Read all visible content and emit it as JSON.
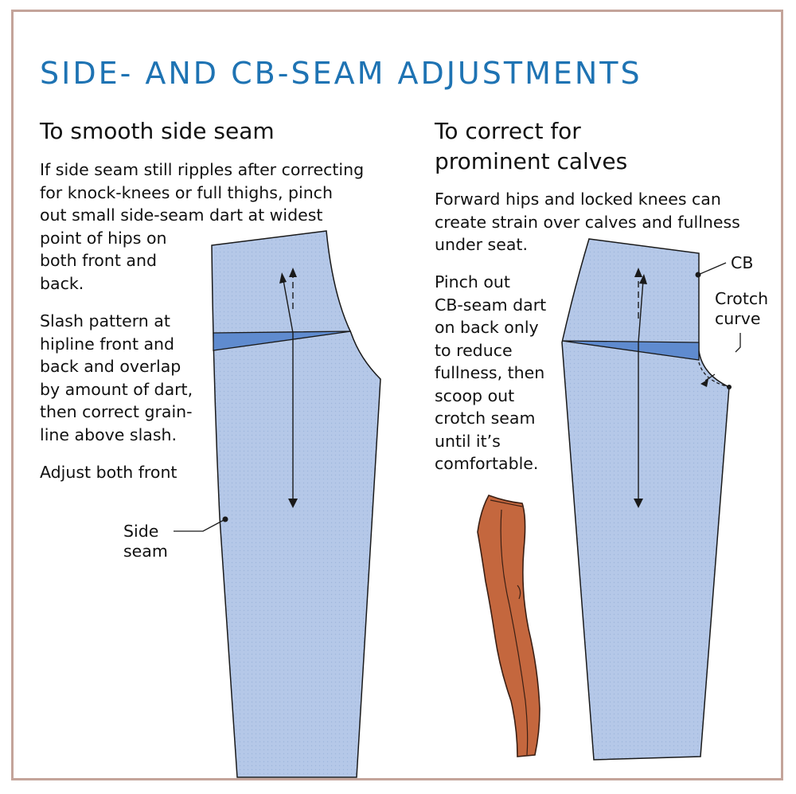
{
  "title": "SIDE- AND CB-SEAM ADJUSTMENTS",
  "left": {
    "heading": "To smooth side seam",
    "paragraphs": [
      [
        "If side seam still ripples after correcting",
        "for knock-knees or full thighs, pinch",
        "out small side-seam dart at widest",
        "point of hips on",
        "both front and",
        "back."
      ],
      [
        "Slash pattern at",
        "hipline front and",
        "back and overlap",
        "by amount of dart,",
        "then correct grain-",
        "line above slash."
      ],
      [
        "Adjust both front"
      ]
    ],
    "callout_side_seam": [
      "Side",
      "seam"
    ]
  },
  "right": {
    "heading": [
      "To correct for",
      "prominent calves"
    ],
    "paragraphs": [
      [
        "Forward hips and locked knees can",
        "create strain over calves and fullness",
        "under seat."
      ],
      [
        "Pinch out",
        "CB-seam dart",
        "on back only",
        "to reduce",
        "fullness, then",
        "scoop out",
        "crotch seam",
        "until it’s",
        "comfortable."
      ]
    ],
    "callout_cb": "CB",
    "callout_crotch": [
      "Crotch",
      "curve"
    ]
  },
  "colors": {
    "title": "#1e73b3",
    "frame": "#c4a49a",
    "pattern_fill": "#b5c8e8",
    "dart_fill": "#5f8bcf",
    "figure_fill": "#c4673e"
  }
}
